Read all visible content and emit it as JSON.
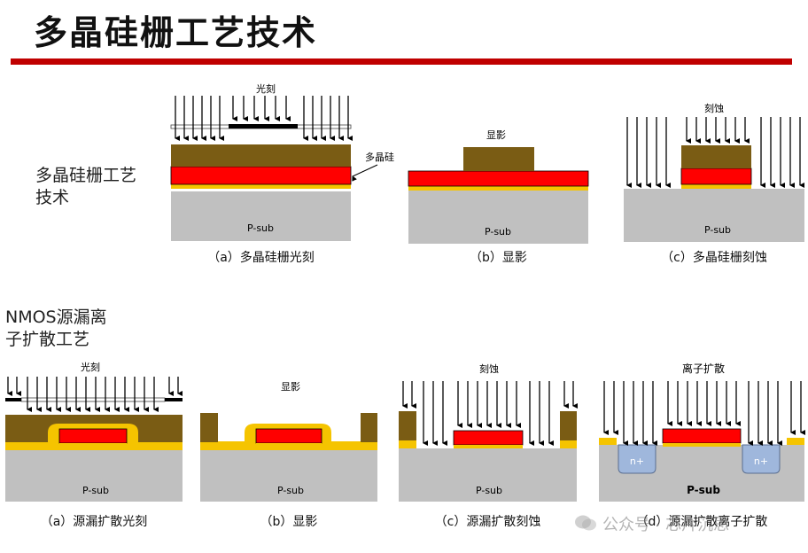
{
  "title": "多晶硅栅工艺技术",
  "section1_label": "多晶硅栅工艺\n技术",
  "section2_label": "NMOS源漏离\n子扩散工艺",
  "labels": {
    "lithography": "光刻",
    "develop": "显影",
    "etch": "刻蚀",
    "ion_diffusion": "离子扩散",
    "polysilicon": "多晶硅",
    "p_sub": "P-sub",
    "n_plus": "n+"
  },
  "captions_top": [
    "（a）多晶硅栅光刻",
    "（b）显影",
    "（c）多晶硅栅刻蚀"
  ],
  "captions_bottom": [
    "（a）源漏扩散光刻",
    "（b）显影",
    "（c）源漏扩散刻蚀",
    "（d）源漏扩散离子扩散"
  ],
  "watermark": "公众号 · 芯片沉思",
  "colors": {
    "substrate": "#c0c0c0",
    "resist": "#7a5c14",
    "poly": "#ff0000",
    "oxide": "#f5c400",
    "nplus": "#9fb7dc",
    "accent": "#c00000"
  }
}
